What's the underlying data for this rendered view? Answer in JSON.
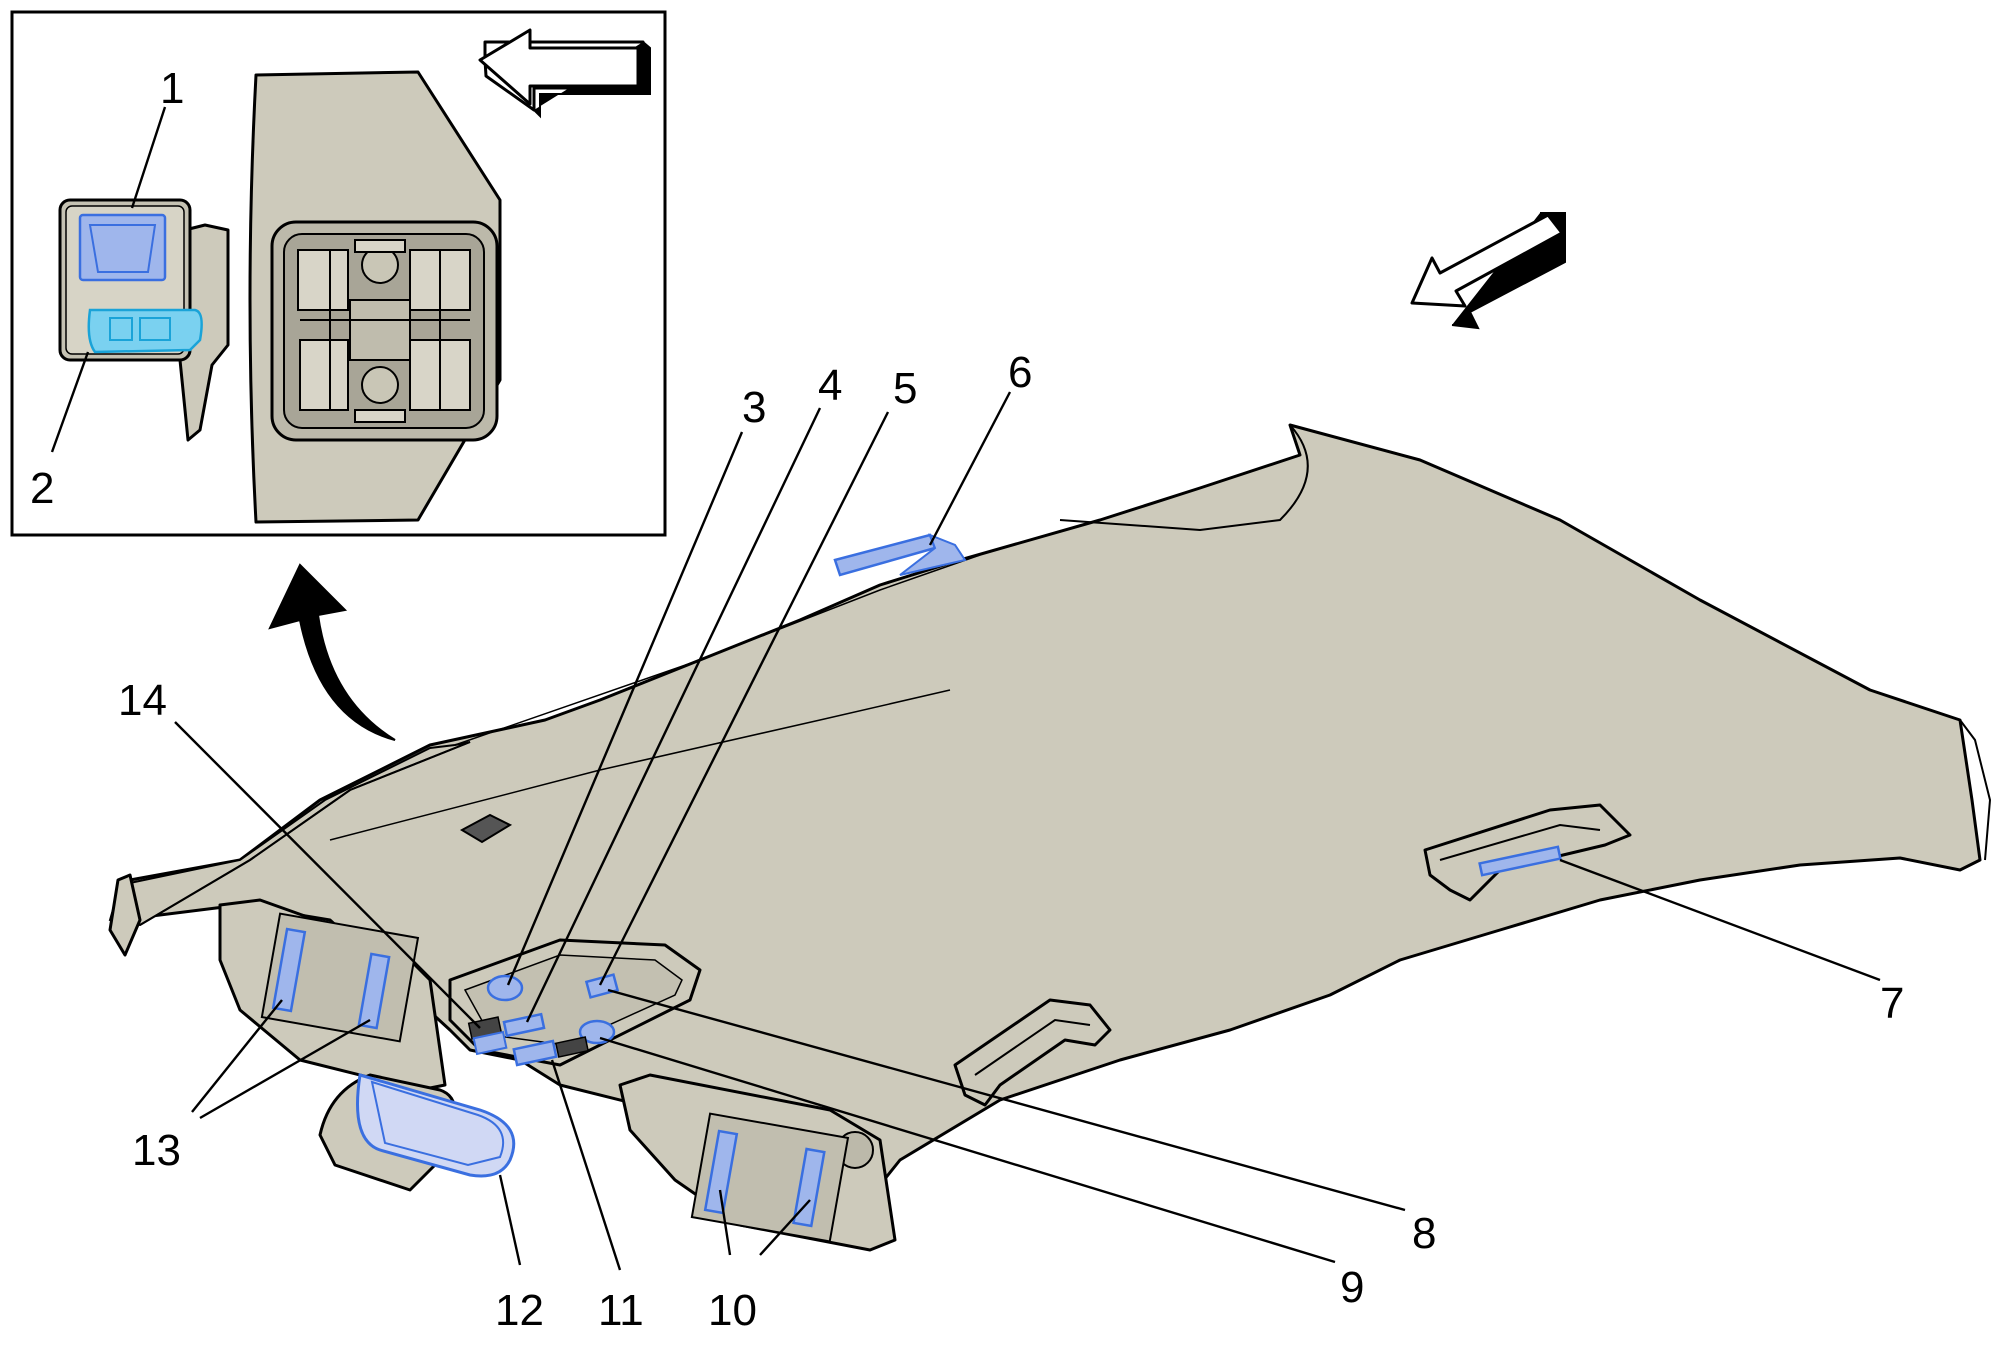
{
  "colors": {
    "headliner": "#cdcabb",
    "highlight_blue": "#9fb6ec",
    "highlight_cyan": "#7ad1f0",
    "line": "#000000"
  },
  "callouts": [
    {
      "id": "1",
      "label": "1"
    },
    {
      "id": "2",
      "label": "2"
    },
    {
      "id": "3",
      "label": "3"
    },
    {
      "id": "4",
      "label": "4"
    },
    {
      "id": "5",
      "label": "5"
    },
    {
      "id": "6",
      "label": "6"
    },
    {
      "id": "7",
      "label": "7"
    },
    {
      "id": "8",
      "label": "8"
    },
    {
      "id": "9",
      "label": "9"
    },
    {
      "id": "10",
      "label": "10"
    },
    {
      "id": "11",
      "label": "11"
    },
    {
      "id": "12",
      "label": "12"
    },
    {
      "id": "13",
      "label": "13"
    },
    {
      "id": "14",
      "label": "14"
    }
  ],
  "icons": {
    "inset_direction_arrow": "arrow-left-icon",
    "main_direction_arrow": "arrow-down-left-icon",
    "zoom_arrow": "curved-arrow-up-icon"
  }
}
